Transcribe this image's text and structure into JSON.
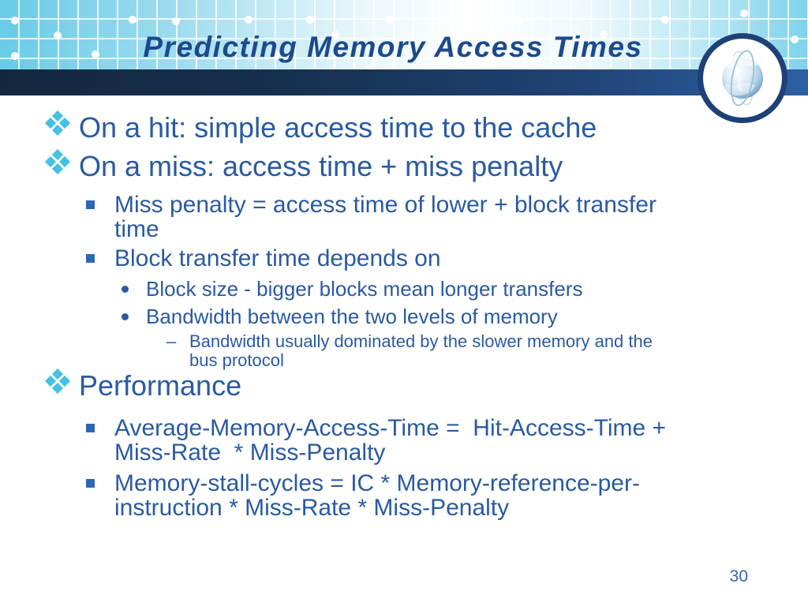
{
  "slide": {
    "title": "Predicting Memory  Access Times",
    "page_number": "30",
    "bullets": [
      {
        "level": 1,
        "text": "On a hit: simple access time to the cache"
      },
      {
        "level": 1,
        "text": "On a miss: access time + miss penalty"
      },
      {
        "level": 2,
        "text": "Miss penalty = access time of lower + block transfer\ntime"
      },
      {
        "level": 2,
        "text": "Block transfer time depends on"
      },
      {
        "level": 3,
        "text": "Block size - bigger blocks mean longer transfers"
      },
      {
        "level": 3,
        "text": "Bandwidth between the two levels of memory"
      },
      {
        "level": 4,
        "text": "Bandwidth usually dominated by the slower memory and the\nbus protocol"
      },
      {
        "level": 1,
        "text": "Performance"
      },
      {
        "level": 2,
        "text": "Average-Memory-Access-Time =  Hit-Access-Time +\nMiss-Rate  * Miss-Penalty"
      },
      {
        "level": 2,
        "text": "Memory-stall-cycles = IC * Memory-reference-per-\ninstruction * Miss-Rate * Miss-Penalty"
      }
    ],
    "icons": {
      "dash_bullet": "–",
      "globe": "globe-with-orbit"
    },
    "colors": {
      "title_text": "#1C4A8C",
      "body_text": "#2A5AA0",
      "diamond_bullet": "#45C1E4",
      "square_bullet": "#2D68B5",
      "header_bar_left": "#14273F",
      "header_bar_right": "#2E5FA3",
      "header_gradient_left": "#68CBE7",
      "header_gradient_right": "#7DD2EA",
      "logo_ring": "#1F4077",
      "page_number_text": "#3A62A8"
    }
  }
}
